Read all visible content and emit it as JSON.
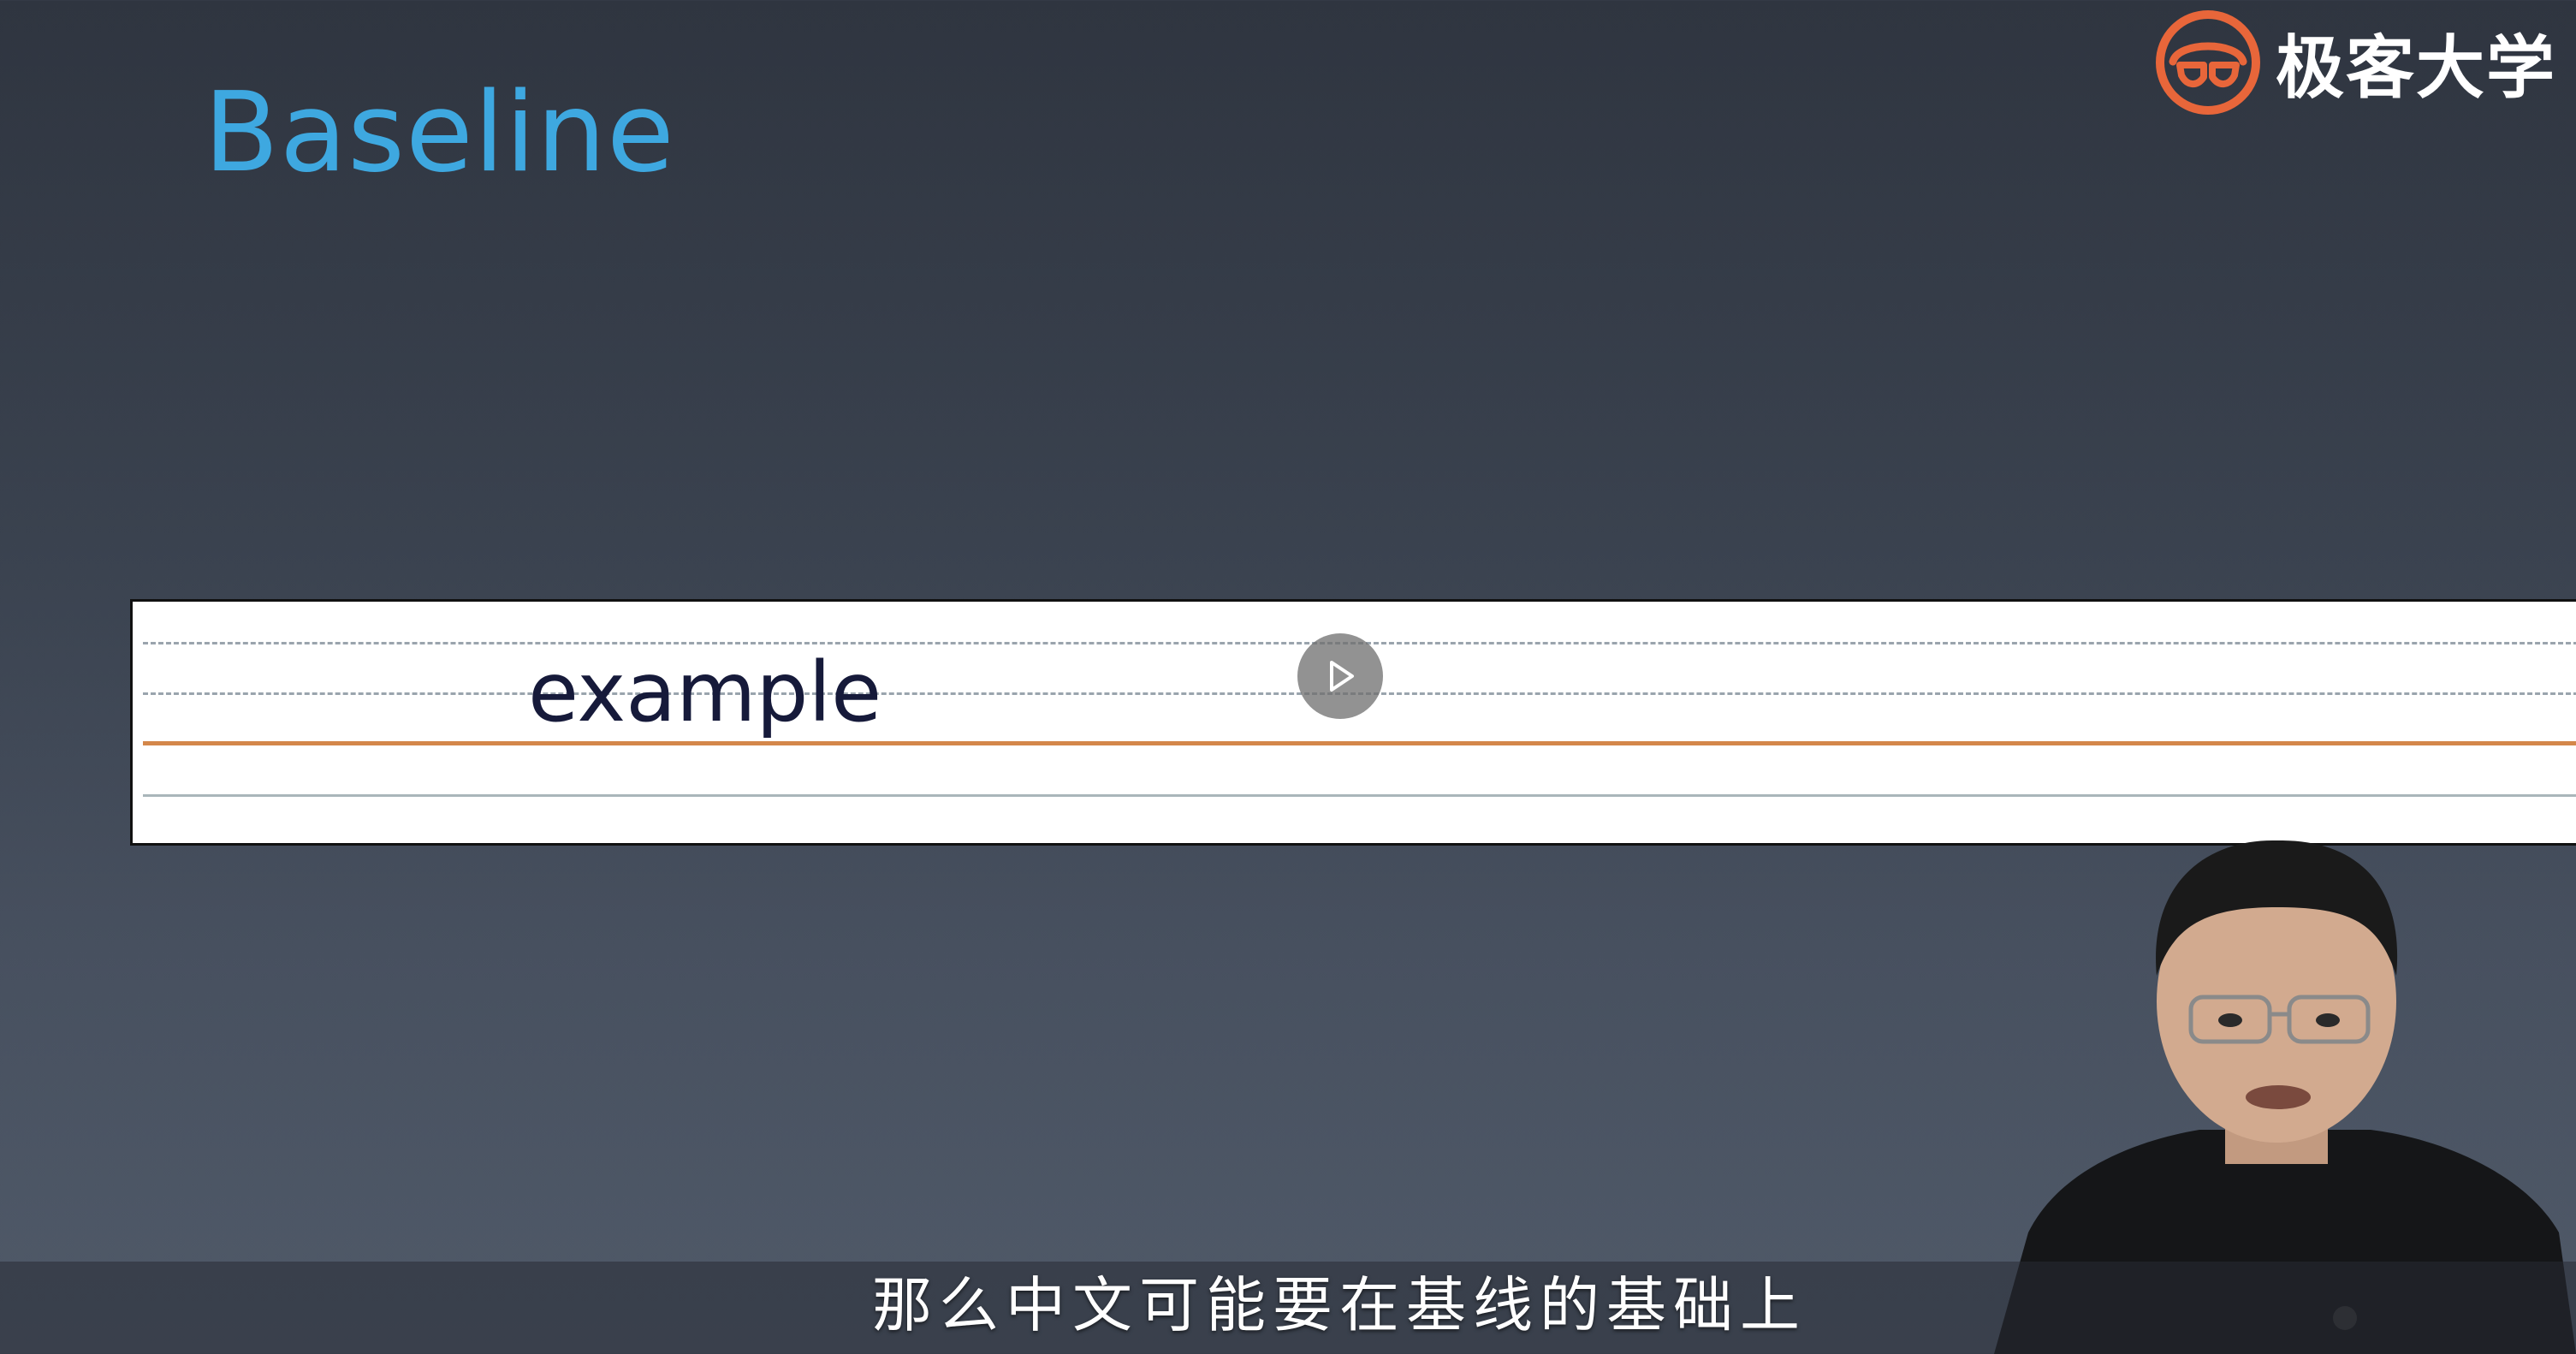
{
  "slide": {
    "title": "Baseline",
    "example_word": "example"
  },
  "logo": {
    "text": "极客大学",
    "icon": "geektime-logo-icon",
    "color": "#e8663a"
  },
  "player": {
    "play_icon": "play-icon"
  },
  "subtitle": {
    "text": "那么中文可能要在基线的基础上"
  },
  "colors": {
    "title": "#3ea8e0",
    "baseline": "#d4874a",
    "guide": "#9aa4ad",
    "panel": "#ffffff",
    "example_text": "#161a3a"
  }
}
